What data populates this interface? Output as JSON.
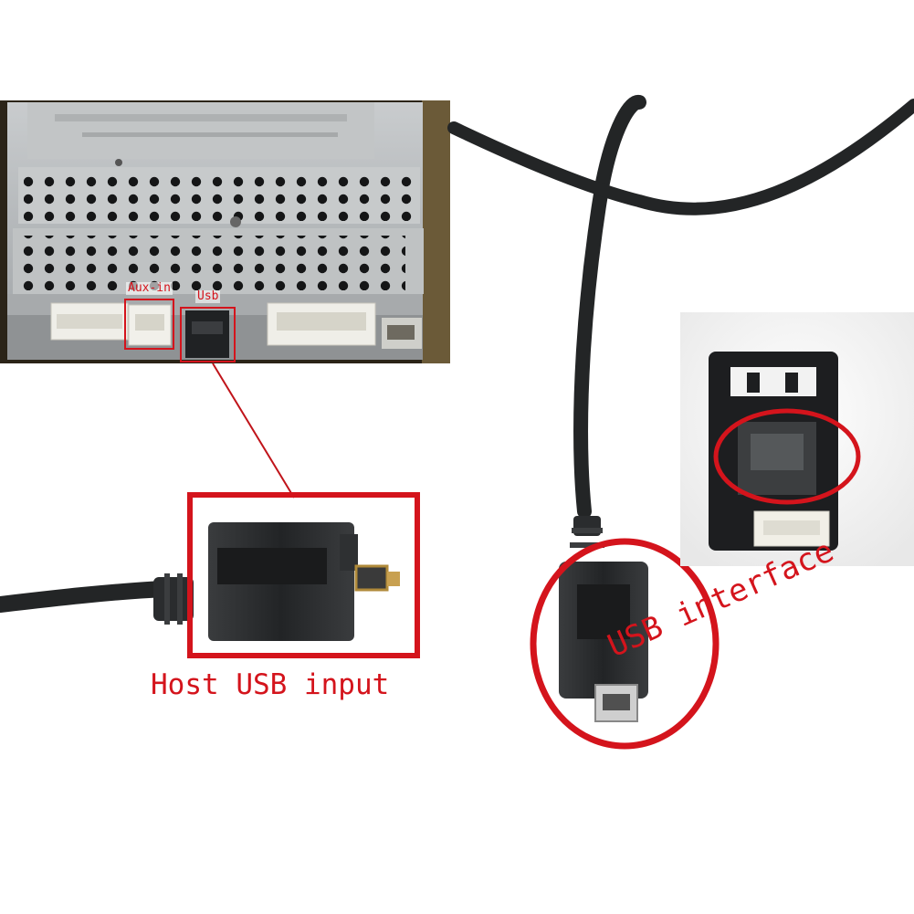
{
  "labels": {
    "aux_in": "Aux-in",
    "usb": "Usb",
    "host_usb_input": "Host USB input",
    "usb_interface": "USB interface"
  },
  "colors": {
    "annotation_red": "#d4141c",
    "chassis_metal": "#b9bcbd",
    "connector_black": "#2b2d2f",
    "plug_white": "#efeee8",
    "background": "#ffffff"
  }
}
